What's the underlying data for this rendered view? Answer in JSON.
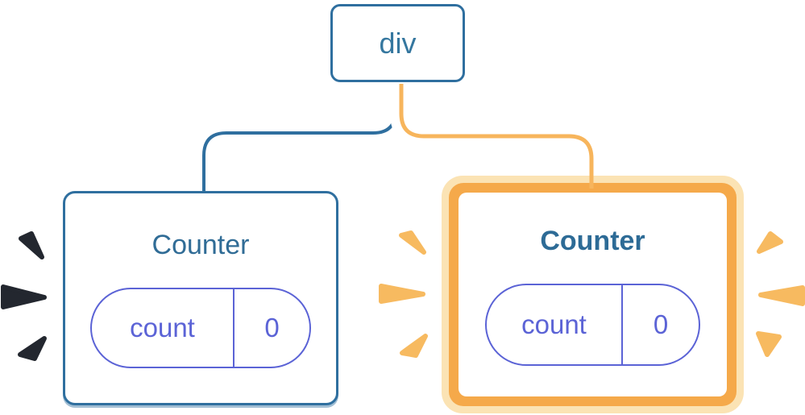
{
  "tree": {
    "root": {
      "label": "div"
    },
    "children": [
      {
        "title": "Counter",
        "state": {
          "key": "count",
          "value": "0"
        },
        "highlighted": false
      },
      {
        "title": "Counter",
        "state": {
          "key": "count",
          "value": "0"
        },
        "highlighted": true
      }
    ]
  },
  "icons": {
    "left_sparks": "spark-burst-dark",
    "middle_sparks": "spark-burst-orange",
    "right_sparks": "spark-burst-orange"
  },
  "palette": {
    "background": "#FFFFFF",
    "node_border_blue": "#2F6F9F",
    "node_text_blue": "#35779F",
    "title_blue": "#306C96",
    "pill_indigo": "#5B63D6",
    "highlight_orange": "#F5A94A",
    "highlight_peach": "#FBE3B4",
    "connector_orange": "#F7B55C",
    "spark_orange": "#F7BA60",
    "spark_dark": "#23272F"
  }
}
